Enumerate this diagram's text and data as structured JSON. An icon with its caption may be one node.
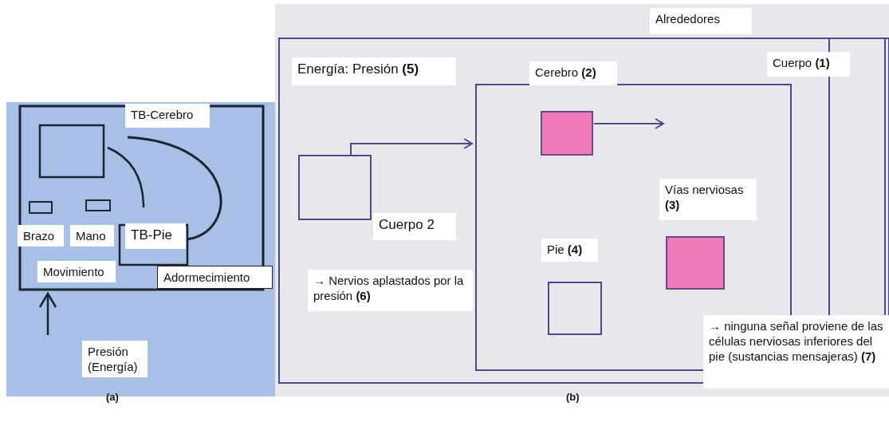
{
  "diagram": {
    "labels": [
      "TB-Cerebro",
      "Brazo",
      "Mano",
      "TB-Pie",
      "Movimiento",
      "Adormecimiento",
      "Presión (Energía)",
      "(a)",
      "Alrededores",
      "Cuerpo **(1)**",
      "Energía: Presión **(5)**",
      "Cerebro **(2)**",
      "Vías nerviosas **(3)**",
      "Cuerpo 2",
      "Pie **(4)**",
      "→ Nervios aplastados por la presión **(6)**",
      "→ ninguna señal proviene de las células nerviosas inferiores del pie (sustancias mensajeras) **(7)**",
      "(b)"
    ]
  }
}
